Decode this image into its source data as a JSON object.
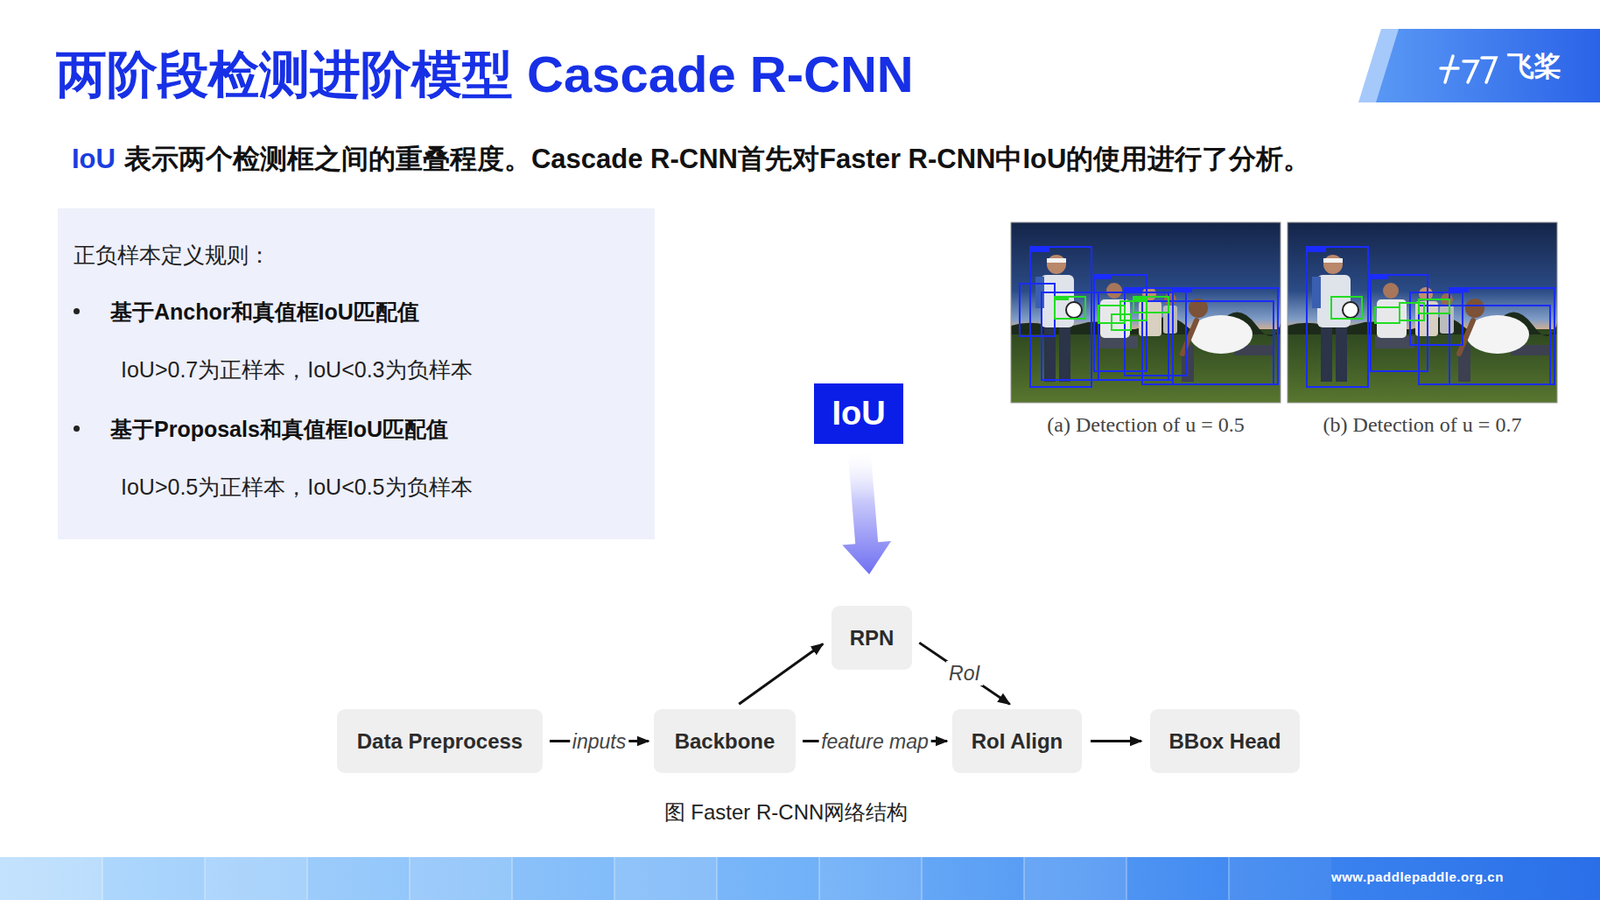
{
  "diagram": {
    "title": "两阶段检测进阶模型 Cascade R-CNN",
    "caption": "图 Faster R-CNN网络结构",
    "nodes": [
      {
        "text": [
          "正负样本定义规则：",
          "基于Anchor和真值框IoU匹配值",
          "IoU>0.7为正样本，IoU<0.3为负样本",
          "基于Proposals和真值框IoU匹配值",
          "IoU>0.5为正样本，IoU<0.5为负样本"
        ]
      },
      {
        "text": [
          "IoU"
        ]
      },
      {
        "text": [
          "RPN"
        ]
      },
      {
        "text": [
          "Data Preprocess"
        ]
      },
      {
        "text": [
          "Backbone"
        ]
      },
      {
        "text": [
          "RoI Align"
        ]
      },
      {
        "text": [
          "BBox Head"
        ]
      }
    ],
    "edges": [
      {
        "from": 1,
        "to": 2,
        "arrow": "to"
      },
      {
        "from": 3,
        "to": 4,
        "label": "inputs",
        "arrow": "to"
      },
      {
        "from": 4,
        "to": 2,
        "arrow": "to"
      },
      {
        "from": 2,
        "to": 5,
        "label": "RoI",
        "arrow": "to"
      },
      {
        "from": 4,
        "to": 5,
        "label": "feature map",
        "arrow": "to"
      },
      {
        "from": 5,
        "to": 6,
        "arrow": "to"
      }
    ],
    "labels": [
      "飞桨",
      "IoU",
      "表示两个检测框之间的重叠程度。Cascade R-CNN首先对Faster R-CNN中IoU的使用进行了分析。",
      "(a) Detection of u = 0.5",
      "(b) Detection of u = 0.7",
      "www.paddlepaddle.org.cn"
    ]
  }
}
